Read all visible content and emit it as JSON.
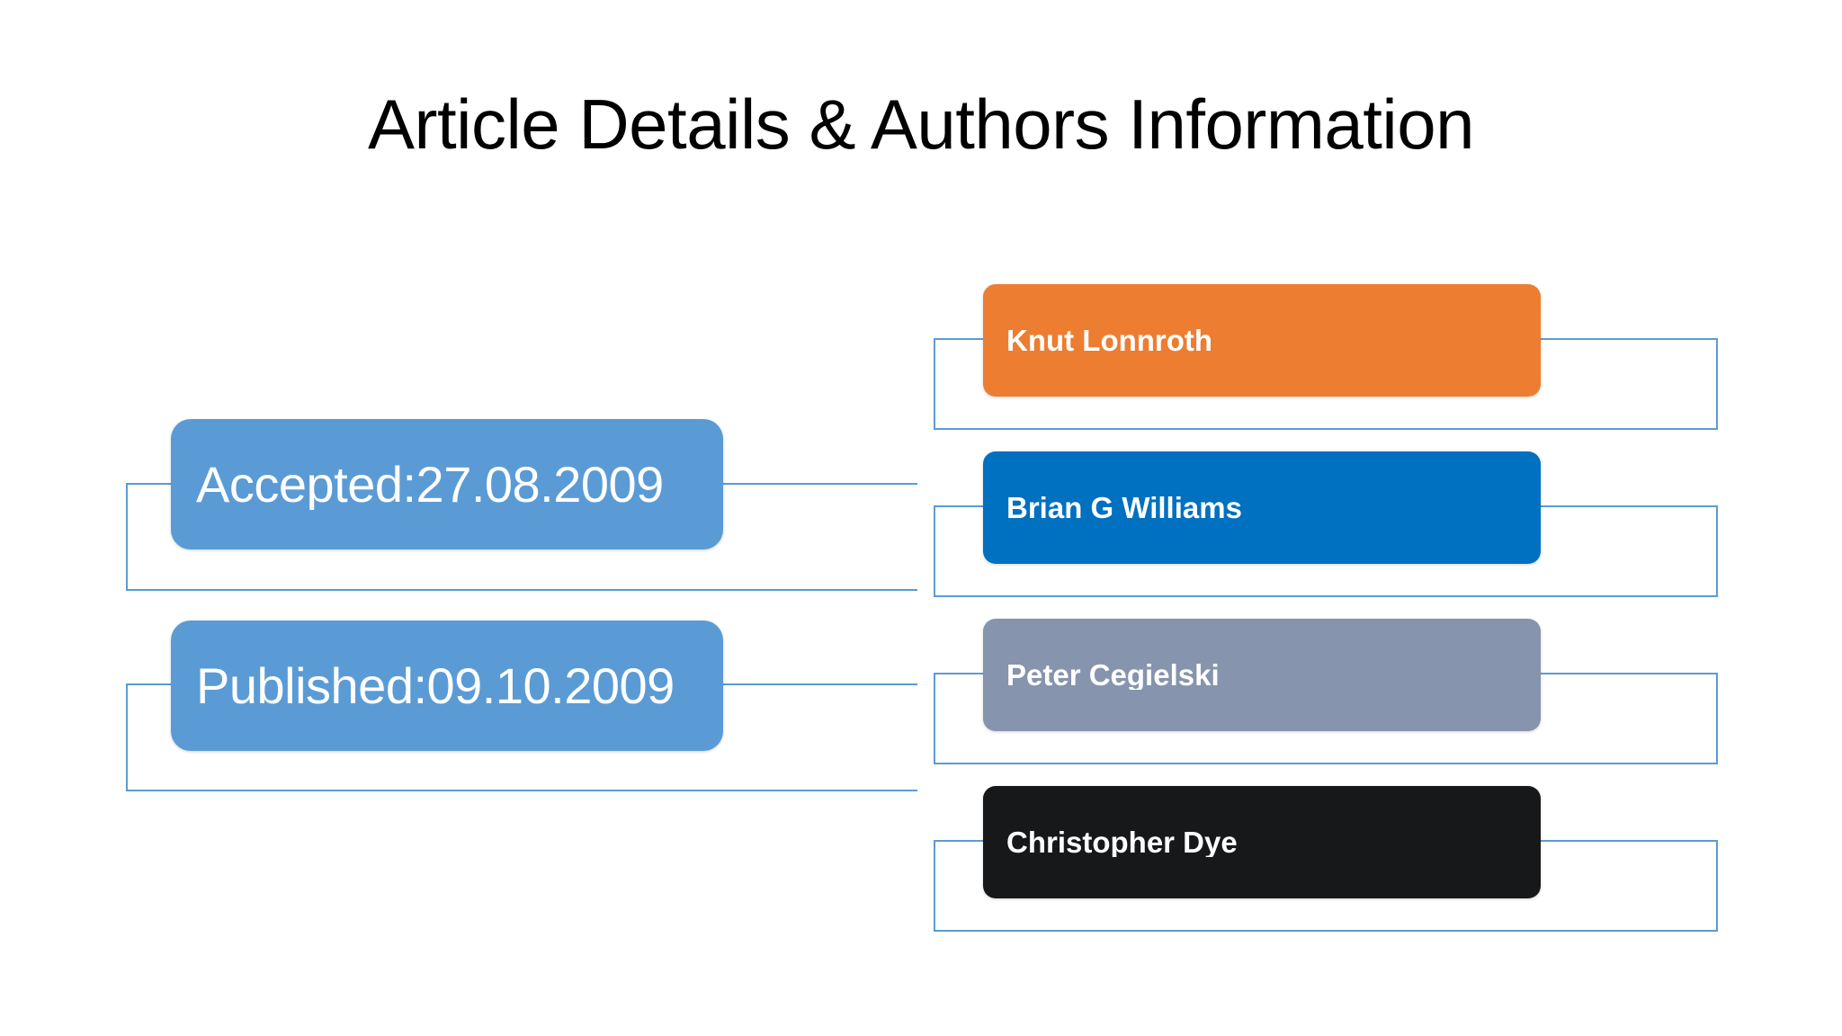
{
  "slide": {
    "title": "Article Details & Authors Information",
    "background_color": "#FFFFFF",
    "connector_color": "#5B9BD5"
  },
  "article_details": {
    "section_name": "article-details",
    "items": [
      {
        "id": "accepted",
        "label": "Accepted:27.08.2009",
        "color": "#5B9BD5",
        "text_color": "#FFFFFF"
      },
      {
        "id": "published",
        "label": "Published:09.10.2009",
        "color": "#5B9BD5",
        "text_color": "#FFFFFF"
      }
    ]
  },
  "authors": {
    "section_name": "authors-information",
    "items": [
      {
        "id": "author-1",
        "label": "Knut Lonnroth",
        "color": "#ED7D31",
        "text_color": "#FFFFFF"
      },
      {
        "id": "author-2",
        "label": "Brian G Williams",
        "color": "#0070C0",
        "text_color": "#FFFFFF"
      },
      {
        "id": "author-3",
        "label": "Peter Cegielski",
        "color": "#8694AD",
        "text_color": "#FFFFFF"
      },
      {
        "id": "author-4",
        "label": "Christopher Dye",
        "color": "#17181A",
        "text_color": "#FFFFFF"
      }
    ]
  }
}
